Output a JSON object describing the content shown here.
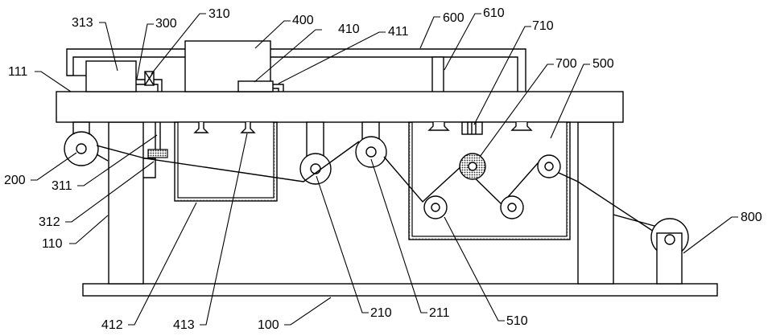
{
  "labels": {
    "l100": "100",
    "l110": "110",
    "l111": "111",
    "l200": "200",
    "l210": "210",
    "l211": "211",
    "l300": "300",
    "l310": "310",
    "l311": "311",
    "l312": "312",
    "l313": "313",
    "l400": "400",
    "l410": "410",
    "l411": "411",
    "l412": "412",
    "l413": "413",
    "l500": "500",
    "l510": "510",
    "l600": "600",
    "l610": "610",
    "l700": "700",
    "l710": "710",
    "l800": "800"
  }
}
